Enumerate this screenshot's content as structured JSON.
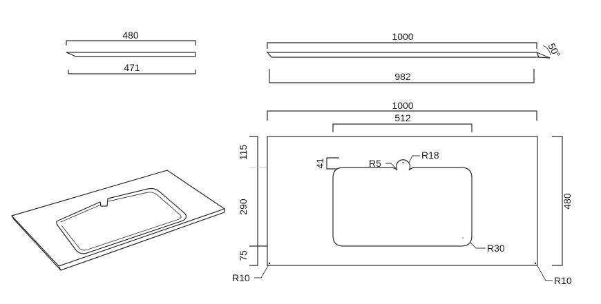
{
  "side_profile_left": {
    "top_width": "480",
    "bottom_width": "471"
  },
  "side_profile_right": {
    "top_width": "1000",
    "bottom_width": "982",
    "edge_angle": "50°"
  },
  "plan_view": {
    "overall_width": "1000",
    "basin_width": "512",
    "overall_depth": "480",
    "front_offset": "115",
    "basin_depth": "290",
    "back_offset": "75",
    "overflow_depth": "41",
    "radius_notch_small": "R5",
    "radius_notch_large": "R18",
    "radius_basin_corner": "R30",
    "radius_corner_left": "R10",
    "radius_corner_right": "R10"
  }
}
